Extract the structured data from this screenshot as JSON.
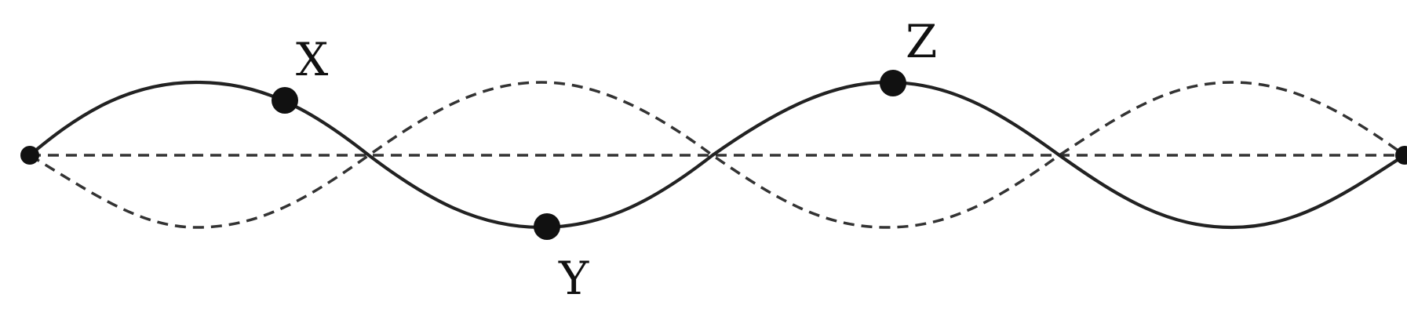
{
  "figure": {
    "title": "",
    "points": [
      {
        "id": "X",
        "label": "X"
      },
      {
        "id": "Y",
        "label": "Y"
      },
      {
        "id": "Z",
        "label": "Z"
      }
    ],
    "colors": {
      "line": "#222222",
      "dashed": "#333333",
      "point": "#111111",
      "background": "#ffffff"
    }
  }
}
